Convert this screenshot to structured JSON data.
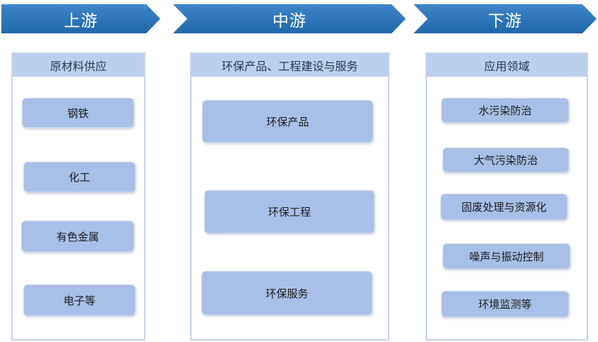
{
  "stages": {
    "upstream": "上游",
    "midstream": "中游",
    "downstream": "下游"
  },
  "upstream_column": {
    "header": "原材料供应",
    "items": [
      "钢铁",
      "化工",
      "有色金属",
      "电子等"
    ]
  },
  "midstream_column": {
    "header": "环保产品、工程建设与服务",
    "items": [
      "环保产品",
      "环保工程",
      "环保服务"
    ]
  },
  "downstream_column": {
    "header": "应用领域",
    "items": [
      "水污染防治",
      "大气污染防治",
      "固废处理与资源化",
      "噪声与振动控制",
      "环境监测等"
    ]
  },
  "colors": {
    "arrow": "#2f76bb",
    "header_fill": "#bcd0ee",
    "item_fill": "#a8bfe6",
    "panel_border": "#c5d4ea"
  }
}
